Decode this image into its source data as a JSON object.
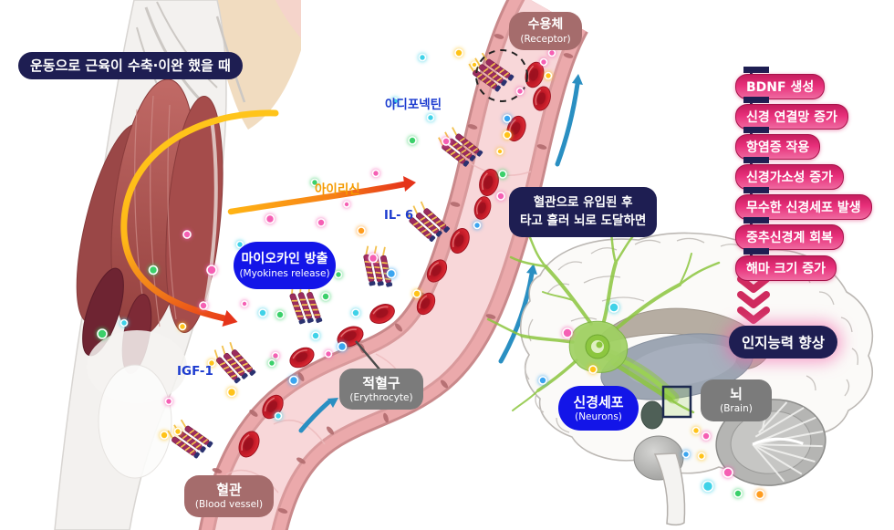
{
  "colors": {
    "navy": "#1e1e52",
    "rose": "#a56c6c",
    "gray": "#7b7b7b",
    "blue": "#1315e8",
    "effect_pink": "#e82f7a",
    "blue_text": "#1c3bcf",
    "orange_text": "#f59a00",
    "vessel_pink": "#edacae",
    "red_blood_cell": "#d7242e",
    "neuron_green": "#8cc63f"
  },
  "labels": {
    "exercise": "운동으로 근육이 수축·이완 했을 때",
    "receptor_ko": "수용체",
    "receptor_en": "(Receptor)",
    "adiponectin": "아디포넥틴",
    "irisin": "아이리신",
    "il6": "IL- 6",
    "myokines_ko": "마이오카인 방출",
    "myokines_en": "(Myokines release)",
    "inflow_line1": "혈관으로 유입된 후",
    "inflow_line2": "타고 흘러 뇌로 도달하면",
    "igf1": "IGF-1",
    "erythrocyte_ko": "적혈구",
    "erythrocyte_en": "(Erythrocyte)",
    "vessel_ko": "혈관",
    "vessel_en": "(Blood vessel)",
    "neurons_ko": "신경세포",
    "neurons_en": "(Neurons)",
    "brain_ko": "뇌",
    "brain_en": "(Brain)",
    "cognition": "인지능력 향상"
  },
  "effects": {
    "items": [
      {
        "label": "BDNF 생성"
      },
      {
        "label": "신경 연결망 증가"
      },
      {
        "label": "항염증 작용"
      },
      {
        "label": "신경가소성 증가"
      },
      {
        "label": "무수한 신경세포 발생"
      },
      {
        "label": "중추신경계 회복"
      },
      {
        "label": "해마 크기 증가"
      }
    ]
  }
}
